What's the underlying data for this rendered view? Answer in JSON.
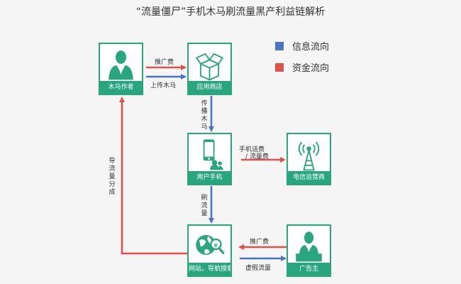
{
  "title": "“流量僵尸”手机木马刷流量黑产利益链解析",
  "legend": [
    {
      "label": "信息流向",
      "color": "#4a73c5"
    },
    {
      "label": "资金流向",
      "color": "#e2504c"
    }
  ],
  "nodes": {
    "trojan_author": "木马作者",
    "app_store": "应用商店",
    "user_phone": "用户手机",
    "telecom": "电信运营商",
    "website": "网站，导航搜索",
    "advertiser": "广告主"
  },
  "edges": {
    "promo_fee_top": "推广费",
    "upload_trojan": "上传木马",
    "spread_trojan": "传播木马",
    "phone_fee_1": "手机话费",
    "phone_fee_2": "/ 流量费",
    "brush_traffic": "刷流量",
    "traffic_share": "导流量分成",
    "promo_fee_bottom": "推广费",
    "fake_traffic": "虚假流量"
  },
  "colors": {
    "node_border": "#2aa67e",
    "info": "#4a73c5",
    "money": "#e2504c"
  }
}
